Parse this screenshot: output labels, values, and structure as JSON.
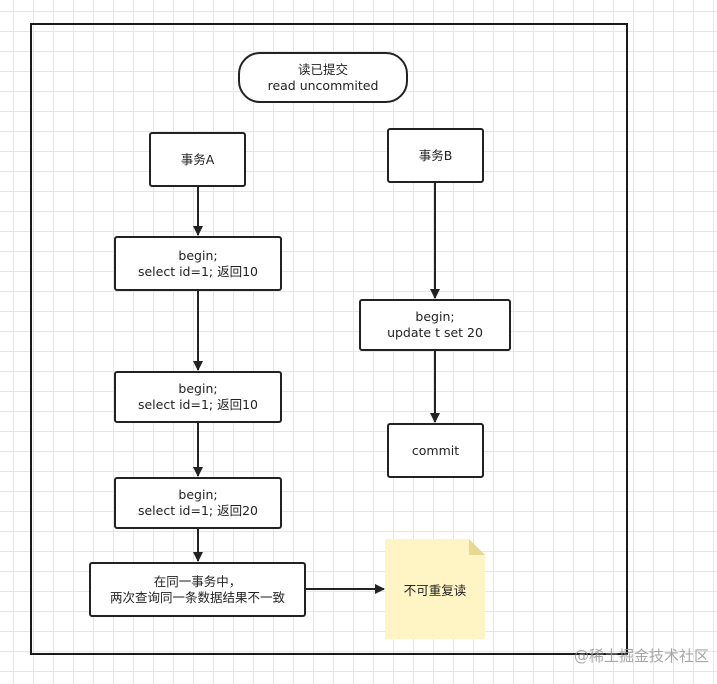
{
  "diagram": {
    "title": {
      "line1": "读已提交",
      "line2": "read uncommited"
    },
    "tx_a": {
      "label": "事务A",
      "steps": [
        {
          "line1": "begin;",
          "line2": "select id=1; 返回10"
        },
        {
          "line1": "begin;",
          "line2": "select id=1; 返回10"
        },
        {
          "line1": "begin;",
          "line2": "select id=1; 返回20"
        }
      ],
      "conclusion": {
        "line1": "在同一事务中，",
        "line2": "两次查询同一条数据结果不一致"
      }
    },
    "tx_b": {
      "label": "事务B",
      "update": {
        "line1": "begin;",
        "line2": "update t set 20"
      },
      "commit": "commit"
    },
    "note": "不可重复读"
  },
  "watermark": "@稀土掘金技术社区",
  "colors": {
    "stroke": "#222222",
    "note_fill": "#fff4c3",
    "note_fold": "#e7d98f",
    "grid": "#e6e6e6"
  }
}
